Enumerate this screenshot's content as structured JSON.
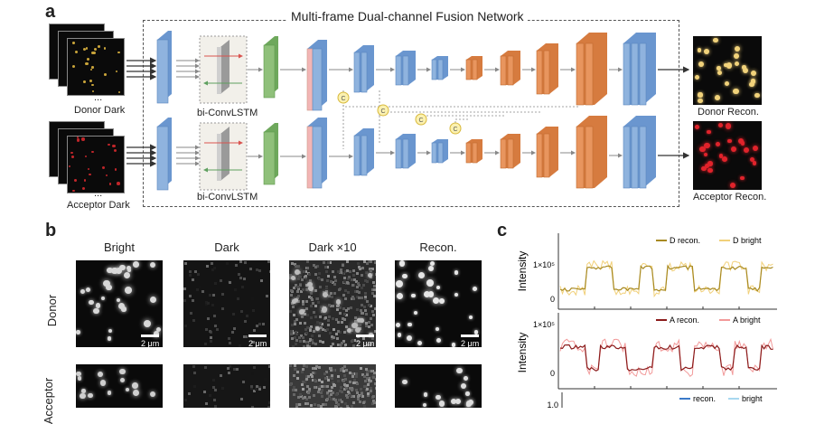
{
  "panel_a": {
    "letter": "a",
    "title": "Multi-frame Dual-channel Fusion Network",
    "donor_input_label": "Donor Dark",
    "acceptor_input_label": "Acceptor Dark",
    "ellipsis": "...",
    "bilstm_label": "bi-ConvLSTM",
    "concat_label": "C",
    "donor_output_label": "Donor Recon.",
    "acceptor_output_label": "Acceptor Recon."
  },
  "panel_b": {
    "letter": "b",
    "columns": [
      "Bright",
      "Dark",
      "Dark ×10",
      "Recon."
    ],
    "rows": [
      "Donor",
      "Acceptor"
    ],
    "scale_bar": "2 μm"
  },
  "panel_c": {
    "letter": "c",
    "ylabel": "Intensity",
    "plot1": {
      "legend": [
        "D recon.",
        "D bright"
      ],
      "yticks": [
        "1×10⁵",
        "0"
      ],
      "colors": [
        "#a88a22",
        "#f1d07a"
      ]
    },
    "plot2": {
      "legend": [
        "A recon.",
        "A bright"
      ],
      "yticks": [
        "1×10⁵",
        "0"
      ],
      "colors": [
        "#8b1b1b",
        "#f29a9a"
      ]
    },
    "plot3": {
      "legend": [
        "recon.",
        "bright"
      ],
      "yticks": [
        "1.0"
      ],
      "colors": [
        "#3b7ac9",
        "#a8d8f0"
      ]
    }
  },
  "colors": {
    "blue_block": "#8fb3de",
    "green_block": "#8fc07a",
    "pink_block": "#f2b5b5",
    "orange_block": "#e8955e",
    "concat_fill": "#fbf1b0",
    "concat_stroke": "#d8b93c"
  }
}
